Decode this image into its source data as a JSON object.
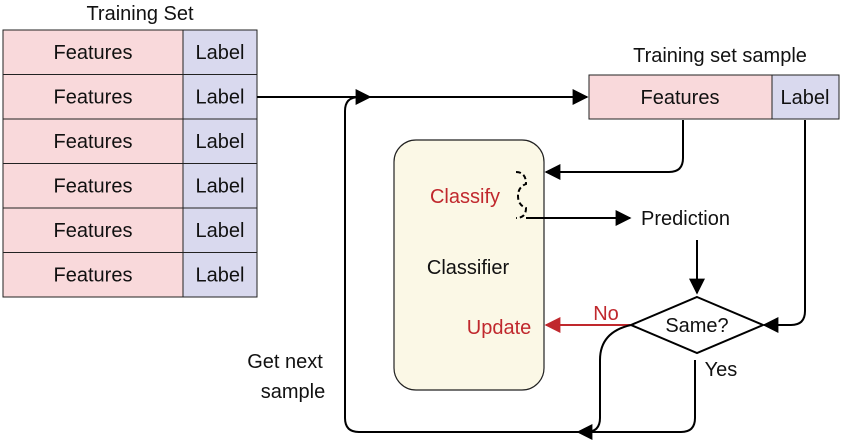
{
  "colors": {
    "features_fill": "#f9d9db",
    "label_fill": "#d9d9ee",
    "classifier_fill": "#fbf8e6",
    "accent_red": "#c0282d",
    "line": "#000000"
  },
  "training_set": {
    "title": "Training Set",
    "rows": [
      {
        "features": "Features",
        "label": "Label"
      },
      {
        "features": "Features",
        "label": "Label"
      },
      {
        "features": "Features",
        "label": "Label"
      },
      {
        "features": "Features",
        "label": "Label"
      },
      {
        "features": "Features",
        "label": "Label"
      },
      {
        "features": "Features",
        "label": "Label"
      }
    ]
  },
  "sample": {
    "title": "Training set sample",
    "features": "Features",
    "label": "Label"
  },
  "classifier": {
    "title": "Classifier",
    "classify": "Classify",
    "update": "Update"
  },
  "prediction": "Prediction",
  "decision": {
    "label": "Same?",
    "no": "No",
    "yes": "Yes"
  },
  "loop_label": {
    "line1": "Get next",
    "line2": "sample"
  }
}
